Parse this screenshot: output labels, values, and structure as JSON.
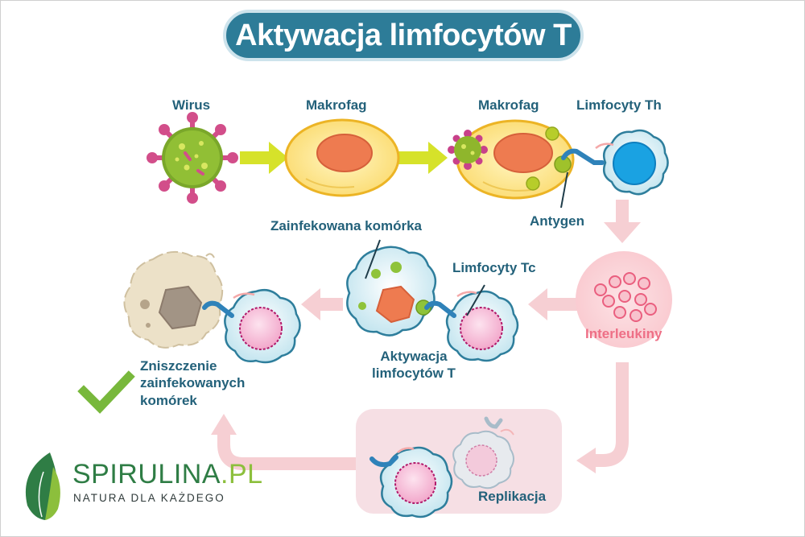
{
  "title": "Aktywacja limfocytów T",
  "labels": {
    "virus": "Wirus",
    "macrophage_1": "Makrofag",
    "macrophage_2": "Makrofag",
    "th_cells": "Limfocyty Th",
    "antigen": "Antygen",
    "infected_cell": "Zainfekowana komórka",
    "tc_cells": "Limfocyty Tc",
    "activation_line1": "Aktywacja",
    "activation_line2": "limfocytów T",
    "interleukins": "Interleukiny",
    "destruction_line1": "Zniszczenie",
    "destruction_line2": "zainfekowanych",
    "destruction_line3": "komórek",
    "replication": "Replikacja"
  },
  "logo": {
    "name": "SPIRULINA",
    "suffix": ".PL",
    "tagline": "NATURA DLA KAŻDEGO"
  },
  "colors": {
    "title_bg": "#2d7c98",
    "label_text": "#23617a",
    "interleukin_text": "#ee6f86",
    "arrow_green": "#d6e22a",
    "arrow_pink": "#f6cfd3",
    "replication_box": "#f6dfe4",
    "checkmark": "#78b83c"
  }
}
